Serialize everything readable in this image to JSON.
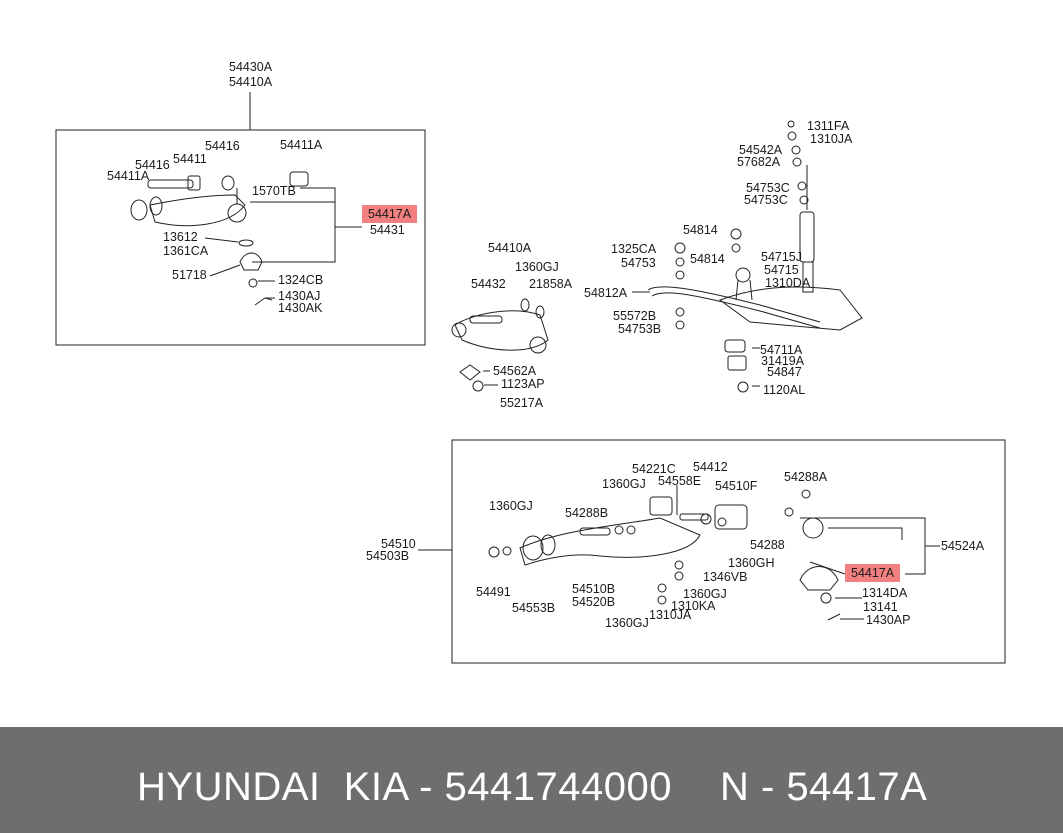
{
  "diagram": {
    "groups": {
      "upper_arm": [
        "54430A",
        "54410A"
      ],
      "lower_arm": [
        "54510",
        "54503B"
      ]
    },
    "labels": [
      "54416",
      "54411",
      "54416",
      "54411A",
      "54411A",
      "1570TB",
      "54417A",
      "54431",
      "13612",
      "1361CA",
      "51718",
      "1324CB",
      "1430AJ",
      "1430AK",
      "54410A",
      "1360GJ",
      "21858A",
      "54432",
      "54562A",
      "1123AP",
      "55217A",
      "1311FA",
      "1310JA",
      "54542A",
      "57682A",
      "54753C",
      "54753C",
      "54814",
      "1325CA",
      "54753",
      "54814",
      "54715J",
      "54715",
      "1310DA",
      "54812A",
      "55572B",
      "54753B",
      "54711A",
      "31419A",
      "54847",
      "1120AL",
      "54221C",
      "54412",
      "1360GJ",
      "54558E",
      "54510F",
      "54288A",
      "1360GJ",
      "54288B",
      "54288",
      "54524A",
      "1360GH",
      "1346VB",
      "54491",
      "54553B",
      "54510B",
      "54520B",
      "1360GJ",
      "1310KA",
      "1360GJ",
      "1310JA",
      "54417A",
      "1314DA",
      "13141",
      "1430AP"
    ],
    "highlight_color": "#f28080"
  },
  "footer": {
    "brand": "HYUNDAI  KIA - 5441744000",
    "ref": "N - 54417A",
    "background": "#6e6e6e",
    "text_color": "#ffffff"
  }
}
